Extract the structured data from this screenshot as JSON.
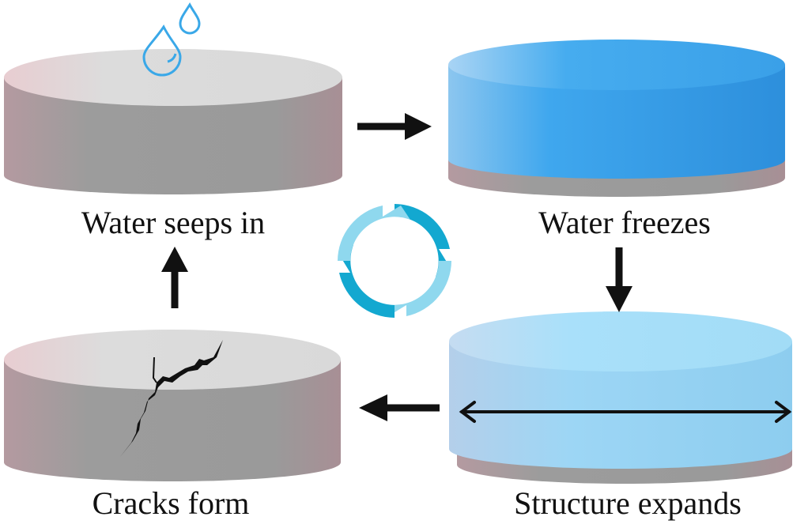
{
  "steps": [
    {
      "label": "Water seeps in",
      "state": "dry-with-drops"
    },
    {
      "label": "Water freezes",
      "state": "ice"
    },
    {
      "label": "Structure expands",
      "state": "expanded-ice"
    },
    {
      "label": "Cracks form",
      "state": "cracked"
    }
  ],
  "center_icon": "cycle-icon",
  "colors": {
    "concrete_top": "#d8d8d8",
    "concrete_side": "#a8a0a2",
    "ice_dark": "#3a9fe8",
    "ice_light": "#a6ddf7",
    "arrow": "#111111",
    "water_drop": "#3aa8e8",
    "cycle_dark": "#13a8d0",
    "cycle_light": "#8fd8ee"
  }
}
